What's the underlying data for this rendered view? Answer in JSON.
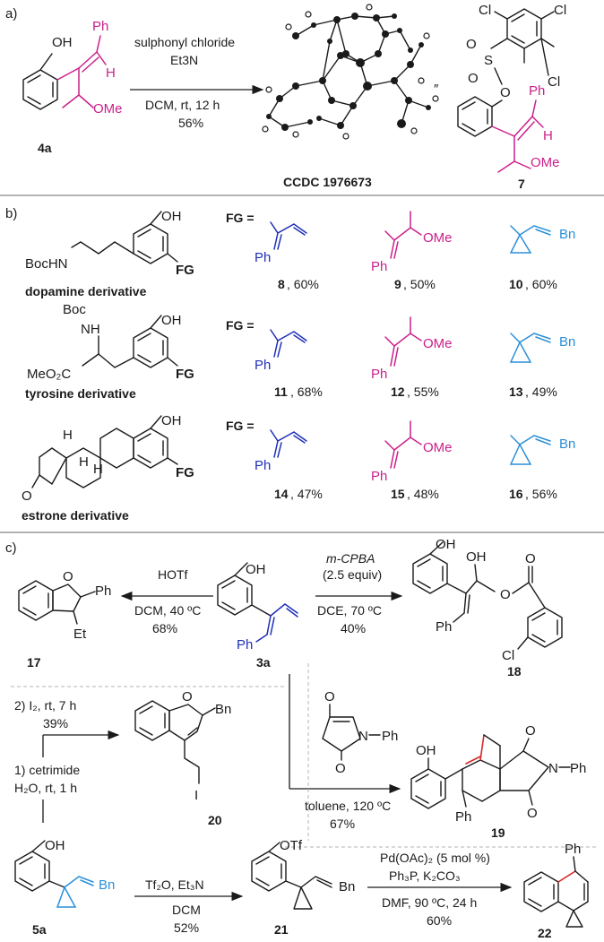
{
  "panel_a": {
    "label": "a)",
    "start": {
      "OH": "OH",
      "Ph": "Ph",
      "H": "H",
      "OMe": "OMe",
      "number": "4a"
    },
    "conditions": [
      "sulphonyl chloride",
      "Et3N",
      "DCM, rt, 12 h",
      "56%"
    ],
    "ccdc": "CCDC 1976673",
    "approx": "″",
    "product": {
      "Cl1": "Cl",
      "Cl2": "Cl",
      "Cl3": "Cl",
      "O1": "O",
      "O2": "O",
      "S": "S",
      "O3": "O",
      "Ph": "Ph",
      "H": "H",
      "OMe": "OMe",
      "number": "7"
    }
  },
  "panel_b": {
    "label": "b)",
    "fg_label": "FG =",
    "rows": [
      {
        "scaffold": "dopamine derivative",
        "sub": {
          "BocHN": "BocHN",
          "OH": "OH",
          "FG": "FG"
        },
        "products": [
          {
            "num": "8",
            "yield": ", 60%"
          },
          {
            "num": "9",
            "yield": ", 50%"
          },
          {
            "num": "10",
            "yield": ", 60%"
          }
        ]
      },
      {
        "scaffold": "tyrosine derivative",
        "sub": {
          "Boc": "Boc",
          "NH": "NH",
          "MeO2C": "MeO₂C",
          "OH": "OH",
          "FG": "FG"
        },
        "products": [
          {
            "num": "11",
            "yield": ", 68%"
          },
          {
            "num": "12",
            "yield": ", 55%"
          },
          {
            "num": "13",
            "yield": ", 49%"
          }
        ]
      },
      {
        "scaffold": "estrone derivative",
        "sub": {
          "OH": "OH",
          "FG": "FG",
          "O": "O",
          "H1": "H",
          "H2": "H",
          "H3": "H"
        },
        "products": [
          {
            "num": "14",
            "yield": ", 47%"
          },
          {
            "num": "15",
            "yield": ", 48%"
          },
          {
            "num": "16",
            "yield": ", 56%"
          }
        ]
      }
    ],
    "fg_text": {
      "Ph": "Ph",
      "OMe": "OMe",
      "Bn": "Bn"
    }
  },
  "panel_c": {
    "label": "c)",
    "sm": {
      "OH": "OH",
      "Ph": "Ph",
      "number": "3a"
    },
    "r17": {
      "conditions": [
        "HOTf",
        "DCM, 40 ºC",
        "68%"
      ],
      "O": "O",
      "Ph": "Ph",
      "Et": "Et",
      "number": "17"
    },
    "r18": {
      "reagent": "m-CPBA",
      "equiv": "(2.5 equiv)",
      "solvent": "DCE, 70 ºC",
      "yield": "40%",
      "OH1": "OH",
      "OH2": "OH",
      "O1": "O",
      "O2": "O",
      "Ph": "Ph",
      "Cl": "Cl",
      "number": "18"
    },
    "r19": {
      "maleimide": {
        "O1": "O",
        "O2": "O",
        "N": "N",
        "Ph": "Ph"
      },
      "solvent": "toluene, 120 ºC",
      "yield": "67%",
      "OH": "OH",
      "O1": "O",
      "O2": "O",
      "N": "N",
      "Ph1": "Ph",
      "Ph2": "Ph",
      "number": "19"
    },
    "r20": {
      "step2": "2) I₂, rt, 7 h",
      "yield": "39%",
      "step1": "1) cetrimide",
      "step1b": "H₂O, rt, 1 h",
      "O": "O",
      "Bn": "Bn",
      "I": "I",
      "number": "20"
    },
    "sm5a": {
      "OH": "OH",
      "Bn": "Bn",
      "number": "5a"
    },
    "r21": {
      "conditions": [
        "Tf₂O, Et₃N",
        "DCM",
        "52%"
      ],
      "OTf": "OTf",
      "Bn": "Bn",
      "number": "21"
    },
    "r22": {
      "conditions": [
        "Pd(OAc)₂ (5 mol %)",
        "Ph₃P, K₂CO₃",
        "DMF, 90 ºC, 24 h",
        "60%"
      ],
      "Ph": "Ph",
      "number": "22"
    }
  }
}
